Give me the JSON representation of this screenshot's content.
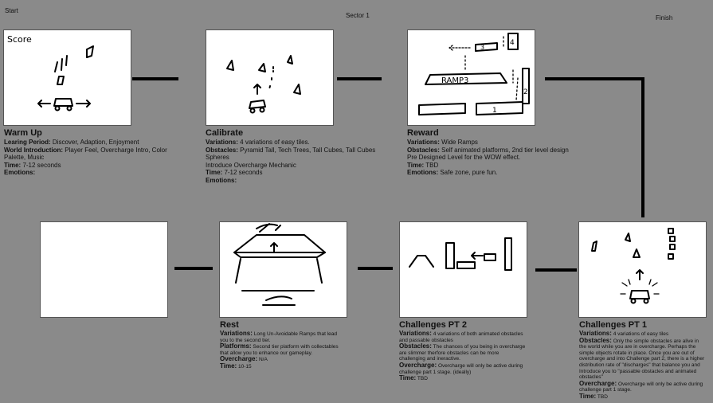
{
  "headers": {
    "start": "Start",
    "sector": "Sector 1",
    "finish": "Finish"
  },
  "panels": {
    "warm_up": {
      "sketch_text": "Score",
      "title": "Warm Up",
      "rows": [
        {
          "key": "Learing Period:",
          "value": "Discover, Adaption, Enjoyment"
        },
        {
          "key": "World Introduction:",
          "value": "Player Feel, Overcharge Intro, Color Palette, Music"
        },
        {
          "key": "Time:",
          "value": "7-12 seconds"
        },
        {
          "key": "Emotions:",
          "value": ""
        }
      ]
    },
    "calibrate": {
      "title": "Calibrate",
      "rows": [
        {
          "key": "Variations:",
          "value": "4 variations of easy tiles."
        },
        {
          "key": "Obstacles:",
          "value": "Pyramid Tall, Tech Trees, Tall Cubes, Tall Cubes Spheres"
        },
        {
          "key": "",
          "value": "Introduce Overcharge Mechanic"
        },
        {
          "key": "Time:",
          "value": "7-12 seconds"
        },
        {
          "key": "Emotions:",
          "value": ""
        }
      ]
    },
    "reward": {
      "sketch_labels": [
        "RAMP3",
        "3",
        "4",
        "2",
        "1"
      ],
      "title": "Reward",
      "rows": [
        {
          "key": "Variations:",
          "value": "Wide Ramps"
        },
        {
          "key": "Obstacles:",
          "value": "Self animated platforms, 2nd tier level design"
        },
        {
          "key": "",
          "value": "Pre Designed Level for the WOW effect."
        },
        {
          "key": "Time:",
          "value": "TBD"
        },
        {
          "key": "Emotions:",
          "value": " Safe zone, pure fun."
        }
      ]
    },
    "rest": {
      "title": "Rest",
      "rows": [
        {
          "key": "Variations:",
          "value": "Long Un-Avoidable Ramps that lead you to the second tier."
        },
        {
          "key": "Platforms:",
          "value": "Second tier platform with collectables that allow you to enhance our gameplay."
        },
        {
          "key": "Overcharge:",
          "value": "N/A"
        },
        {
          "key": "Time:",
          "value": " 10-15"
        }
      ]
    },
    "challenges_pt2": {
      "title": "Challenges PT 2",
      "rows": [
        {
          "key": "Variations:",
          "value": "4 variations of both animated obstacles and passable obstacles"
        },
        {
          "key": "Obstacles:",
          "value": "The chances of you being in overcharge are slimmer therfore obstacles can be more challenging and ineractive."
        },
        {
          "key": "Overcharge:",
          "value": "Overcharge will only be active during challenge part 1 stage. (ideally)"
        },
        {
          "key": "Time:",
          "value": "TBD"
        }
      ]
    },
    "challenges_pt1": {
      "title": "Challenges PT 1",
      "rows": [
        {
          "key": "Variations:",
          "value": "4 variations of easy tiles"
        },
        {
          "key": "Obstacles:",
          "value": " Only the simple obstacles are alive in the world while you are in overcharge. Perhaps the simple objects rotate in place. Once you are out of overcharge and into Challenge part 2, there is a higher distribution rate of \"discharges\" that balance you and Introduce you to \"passable obstacles and animated obstacles\""
        },
        {
          "key": "Overcharge:",
          "value": "Overcharge will only be active during challenge part 1 stage."
        },
        {
          "key": "Time:",
          "value": "TBD"
        }
      ]
    }
  }
}
